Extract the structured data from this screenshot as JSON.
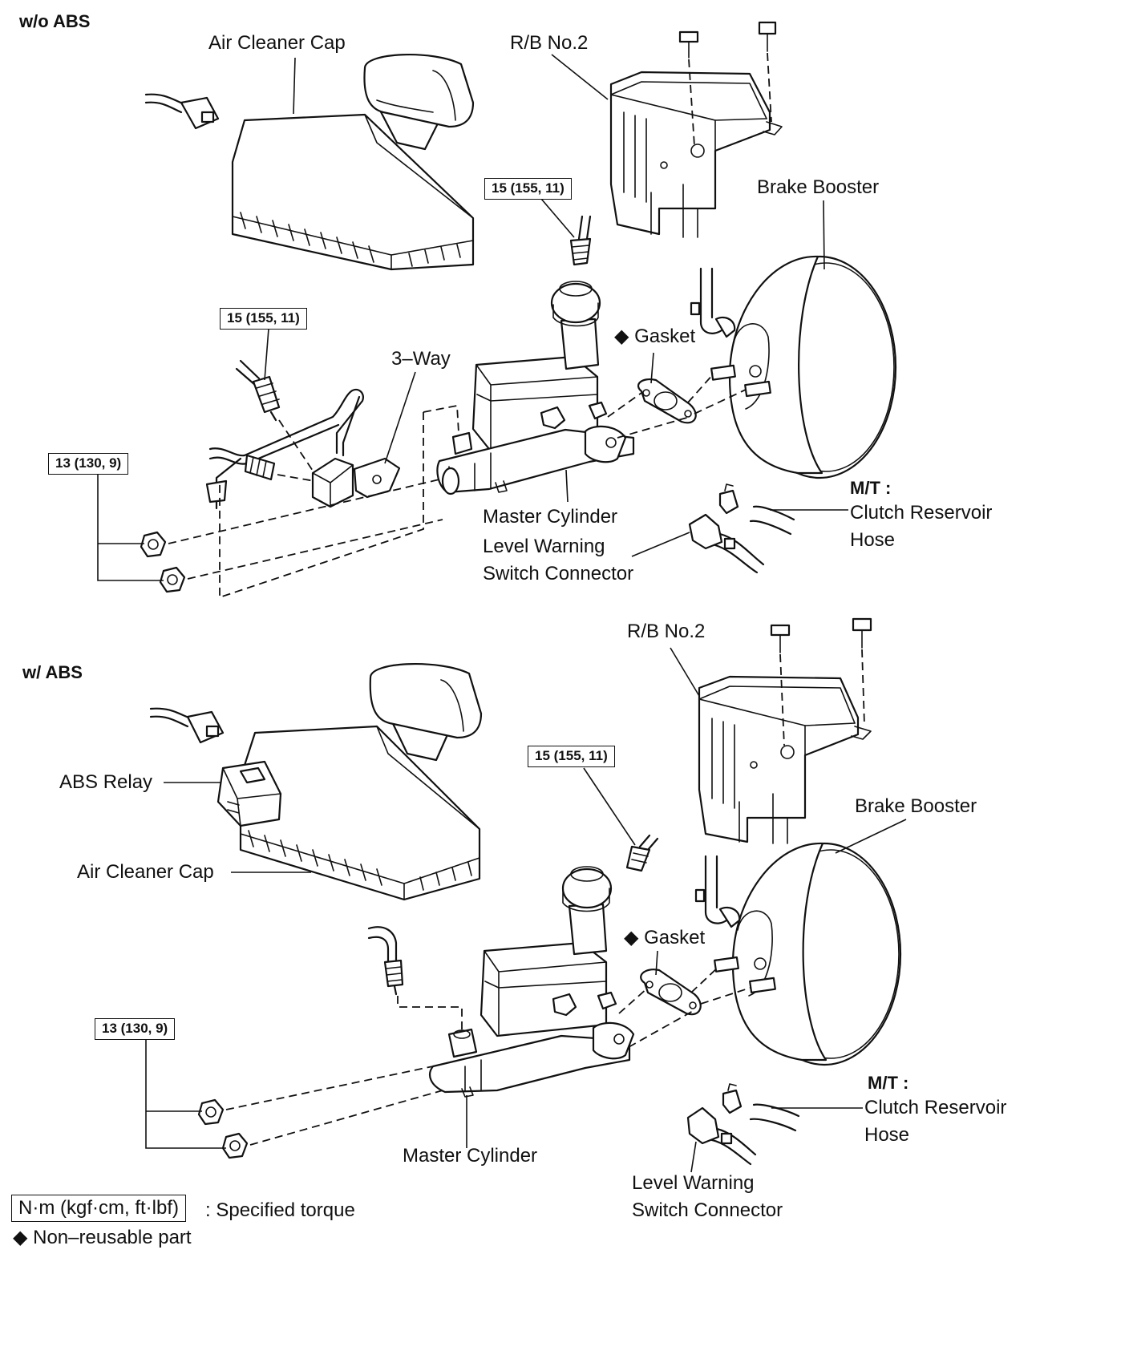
{
  "top_section": {
    "title": "w/o ABS",
    "labels": {
      "air_cleaner_cap": "Air Cleaner Cap",
      "rb_no2": "R/B No.2",
      "brake_booster": "Brake Booster",
      "gasket": "◆ Gasket",
      "three_way": "3–Way",
      "master_cylinder": "Master Cylinder",
      "level_warning_line1": "Level Warning",
      "level_warning_line2": "Switch Connector",
      "mt": "M/T :",
      "clutch_line1": "Clutch Reservoir",
      "clutch_line2": "Hose"
    },
    "torques": {
      "reservoir_fitting": "15 (155, 11)",
      "brake_line": "15 (155, 11)",
      "nuts": "13 (130, 9)"
    }
  },
  "bottom_section": {
    "title": "w/  ABS",
    "labels": {
      "rb_no2": "R/B No.2",
      "abs_relay": "ABS Relay",
      "air_cleaner_cap": "Air Cleaner Cap",
      "brake_booster": "Brake Booster",
      "gasket": "◆ Gasket",
      "master_cylinder": "Master Cylinder",
      "level_warning_line1": "Level Warning",
      "level_warning_line2": "Switch Connector",
      "mt": "M/T :",
      "clutch_line1": "Clutch Reservoir",
      "clutch_line2": "Hose"
    },
    "torques": {
      "reservoir_fitting": "15 (155, 11)",
      "nuts": "13 (130, 9)"
    }
  },
  "legend": {
    "torque_units": "N·m (kgf·cm, ft·lbf)",
    "torque_desc": ": Specified torque",
    "non_reusable": "◆ Non–reusable part"
  }
}
